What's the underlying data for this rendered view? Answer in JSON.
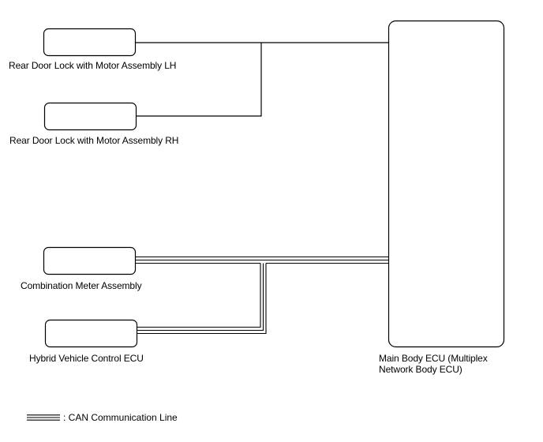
{
  "components": {
    "rear_door_lh": "Rear Door Lock with Motor Assembly LH",
    "rear_door_rh": "Rear Door Lock with Motor Assembly RH",
    "combination_meter": "Combination Meter Assembly",
    "hybrid_ecu": "Hybrid Vehicle Control ECU",
    "main_body_ecu_line1": "Main Body ECU (Multiplex",
    "main_body_ecu_line2": "Network Body ECU)"
  },
  "legend": {
    "can_line": ": CAN Communication Line"
  }
}
